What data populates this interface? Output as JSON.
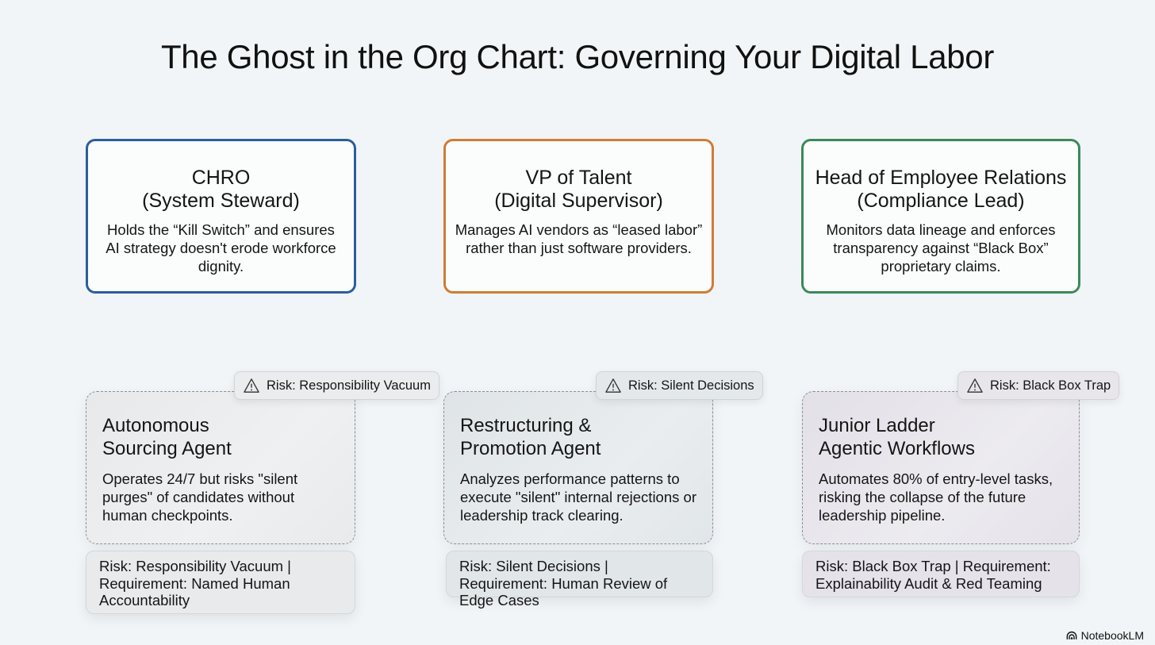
{
  "title": "The Ghost in the Org Chart: Governing Your Digital Labor",
  "roles": [
    {
      "name": "CHRO",
      "subtitle": "(System Steward)",
      "description": "Holds the “Kill Switch” and ensures AI strategy doesn't erode workforce dignity.",
      "border_color": "#2b5e9c"
    },
    {
      "name": "VP of Talent",
      "subtitle": "(Digital Supervisor)",
      "description": "Manages AI vendors as “leased labor” rather than just software providers.",
      "border_color": "#cf7d34"
    },
    {
      "name": "Head of Employee Relations",
      "subtitle": "(Compliance Lead)",
      "description": "Monitors data lineage and enforces transparency against “Black Box” proprietary claims.",
      "border_color": "#3a8a57"
    }
  ],
  "agents": [
    {
      "title": "Autonomous Sourcing Agent",
      "description": "Operates 24/7 but risks \"silent purges\" of candidates without human checkpoints.",
      "risk_badge": "Risk: Responsibility Vacuum",
      "requirement": "Risk: Responsibility Vacuum | Requirement: Named Human Accountability",
      "tint": "#e9ebec"
    },
    {
      "title": "Restructuring & Promotion Agent",
      "description": "Analyzes performance patterns to execute \"silent\" internal rejections or leadership track clearing.",
      "risk_badge": "Risk: Silent Decisions",
      "requirement": "Risk: Silent Decisions | Requirement: Human Review of Edge Cases",
      "tint": "#e2e7ea"
    },
    {
      "title": "Junior Ladder Agentic Workflows",
      "description": "Automates 80% of entry-level tasks, risking the collapse of the future leadership pipeline.",
      "risk_badge": "Risk: Black Box Trap",
      "requirement": "Risk: Black Box Trap | Requirement: Explainability Audit & Red Teaming",
      "tint": "#e6e3ea"
    }
  ],
  "icons": {
    "risk": "warning-triangle-icon",
    "brand": "notebooklm-logo-icon"
  },
  "brand": "NotebookLM"
}
